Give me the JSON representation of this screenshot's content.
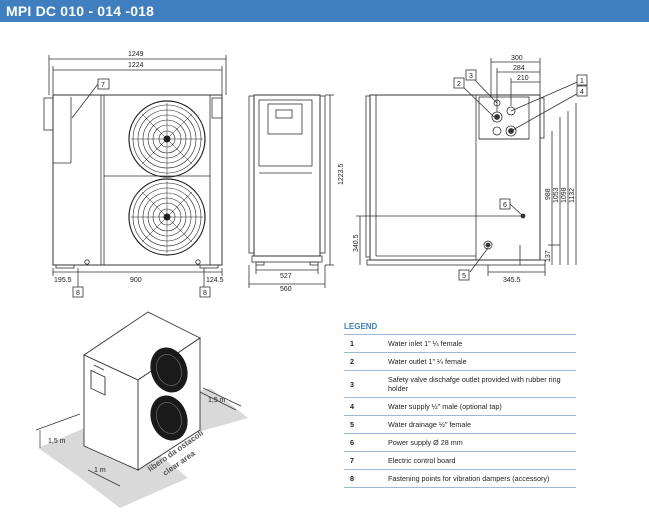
{
  "header": {
    "title": "MPI DC 010 - 014 -018",
    "color": "#3f7fc0"
  },
  "front_view": {
    "dims": {
      "overall_width": "1249",
      "body_width": "1224",
      "fan_span": "900",
      "left_offset": "195.5",
      "right_offset": "124.5"
    },
    "callouts": {
      "control_board": "7",
      "foot_left": "8",
      "foot_right": "8"
    }
  },
  "side_view": {
    "dims": {
      "height": "1223.5",
      "foot_span": "527",
      "depth": "560"
    }
  },
  "rear_view": {
    "dims": {
      "top_300": "300",
      "top_284": "284",
      "top_210": "210",
      "h_988": "988",
      "h_1053": "1053",
      "h_1098": "1098",
      "h_1132": "1132",
      "h_137": "137",
      "h_340": "340.5",
      "bottom_345": "345.5"
    },
    "callouts": {
      "c1": "1",
      "c2": "2",
      "c3": "3",
      "c4": "4",
      "c5": "5",
      "c6": "6"
    }
  },
  "iso_view": {
    "clearance_right": "1,5 m",
    "clearance_left": "1,5 m",
    "clearance_front": "1 m",
    "area_line1": "libero da ostacoli",
    "area_line2": "clear area"
  },
  "legend": {
    "title": "LEGEND",
    "items": [
      {
        "num": "1",
        "text": "Water inlet 1\" ¼ female"
      },
      {
        "num": "2",
        "text": "Water outlet 1\" ¼ female"
      },
      {
        "num": "3",
        "text": "Safety valve dischafge outlet provided with rubber ring holder"
      },
      {
        "num": "4",
        "text": "Water supply ½\" male (optional tap)"
      },
      {
        "num": "5",
        "text": "Water drainage ½\" female"
      },
      {
        "num": "6",
        "text": "Power supply Ø 28 mm"
      },
      {
        "num": "7",
        "text": "Electric control board"
      },
      {
        "num": "8",
        "text": "Fastening points for vibration dampers (accessory)"
      }
    ]
  }
}
